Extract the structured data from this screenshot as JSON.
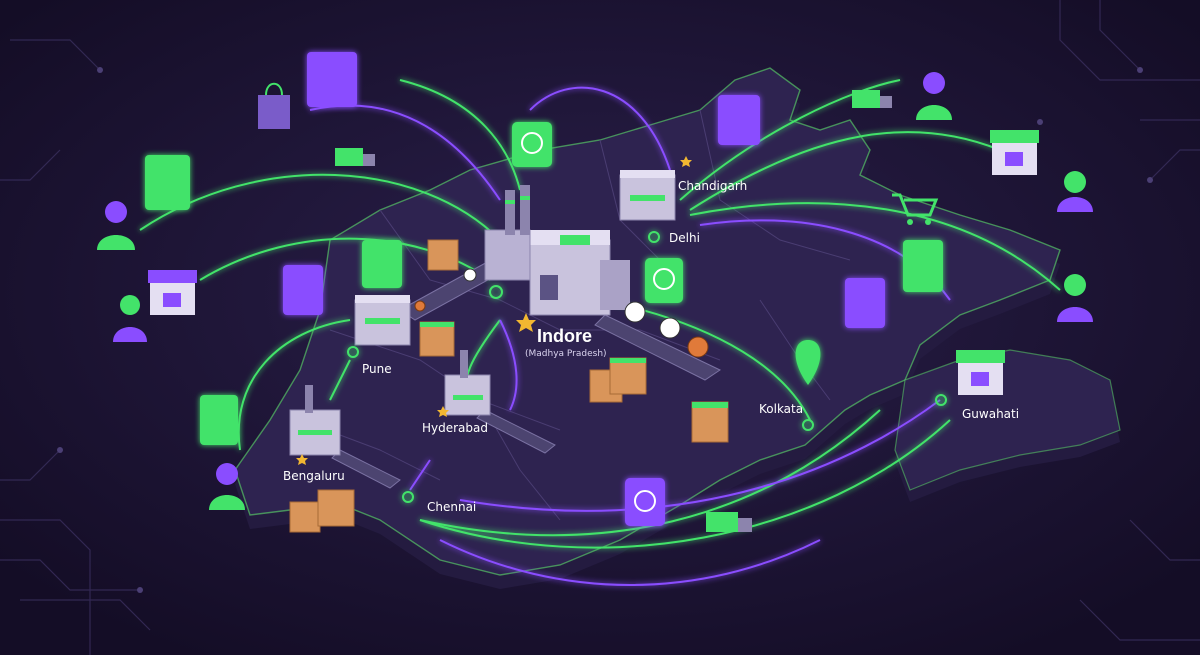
{
  "hub": {
    "name": "Indore",
    "state": "(Madhya Pradesh)"
  },
  "cities": [
    {
      "id": "chandigarh",
      "name": "Chandigarh"
    },
    {
      "id": "delhi",
      "name": "Delhi"
    },
    {
      "id": "pune",
      "name": "Pune"
    },
    {
      "id": "hyderabad",
      "name": "Hyderabad"
    },
    {
      "id": "bengaluru",
      "name": "Bengaluru"
    },
    {
      "id": "chennai",
      "name": "Chennai"
    },
    {
      "id": "kolkata",
      "name": "Kolkata"
    },
    {
      "id": "guwahati",
      "name": "Guwahati"
    }
  ],
  "colors": {
    "background": "#1a1230",
    "map_fill": "#2e2350",
    "map_edge": "#5ee06a",
    "green": "#43e36a",
    "purple": "#8a4dff",
    "factory": "#c9c3dd",
    "box": "#d9955a"
  },
  "icons": [
    "chat-bubble-icon",
    "whatsapp-icon",
    "factory-icon",
    "box-icon",
    "truck-icon",
    "person-icon",
    "storefront-icon",
    "shopping-bag-icon",
    "shopping-cart-icon",
    "location-pin-icon",
    "football-icon",
    "basketball-icon",
    "shoe-icon",
    "cricket-bat-icon"
  ]
}
